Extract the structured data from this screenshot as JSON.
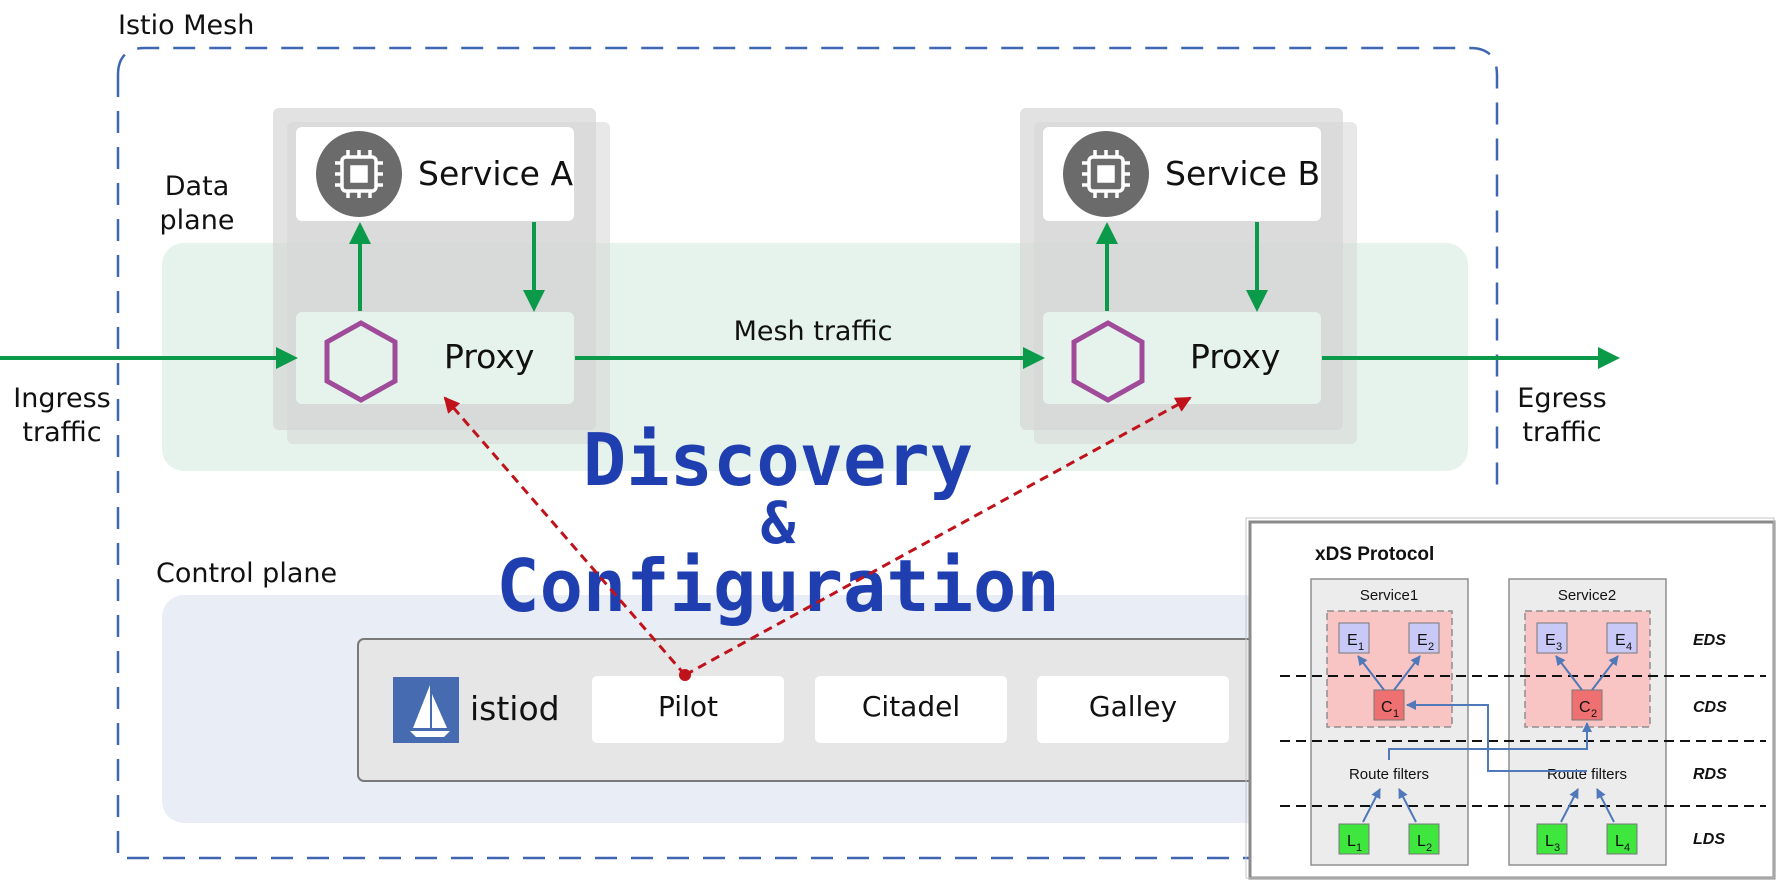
{
  "mesh": {
    "label": "Istio Mesh"
  },
  "data_plane": {
    "label_line1": "Data",
    "label_line2": "plane"
  },
  "control_plane": {
    "label": "Control plane"
  },
  "services": [
    {
      "name": "Service A",
      "proxy": "Proxy"
    },
    {
      "name": "Service B",
      "proxy": "Proxy"
    }
  ],
  "traffic": {
    "mesh": "Mesh traffic",
    "ingress_line1": "Ingress",
    "ingress_line2": "traffic",
    "egress_line1": "Egress",
    "egress_line2": "traffic"
  },
  "overlay": {
    "line1": "Discovery",
    "line2": "&",
    "line3": "Configuration"
  },
  "istiod": {
    "label": "istiod",
    "components": [
      "Pilot",
      "Citadel",
      "Galley"
    ]
  },
  "xds": {
    "title": "xDS Protocol",
    "services": [
      "Service1",
      "Service2"
    ],
    "layers": [
      "EDS",
      "CDS",
      "RDS",
      "LDS"
    ],
    "route_filters": "Route filters",
    "s1": {
      "e1": "E",
      "e1s": "1",
      "e2": "E",
      "e2s": "2",
      "c": "C",
      "cs": "1",
      "l1": "L",
      "l1s": "1",
      "l2": "L",
      "l2s": "2"
    },
    "s2": {
      "e1": "E",
      "e1s": "3",
      "e2": "E",
      "e2s": "4",
      "c": "C",
      "cs": "2",
      "l1": "L",
      "l1s": "3",
      "l2": "L",
      "l2s": "4"
    }
  },
  "colors": {
    "green_arrow": "#0a9a4a",
    "proxy_hex": "#a04b9a",
    "discovery_arrow": "#c0121a",
    "overlay_text": "#1f3fb0",
    "dataplane_band": "#e6f3ec",
    "controlplane_band": "#e9edf6"
  }
}
